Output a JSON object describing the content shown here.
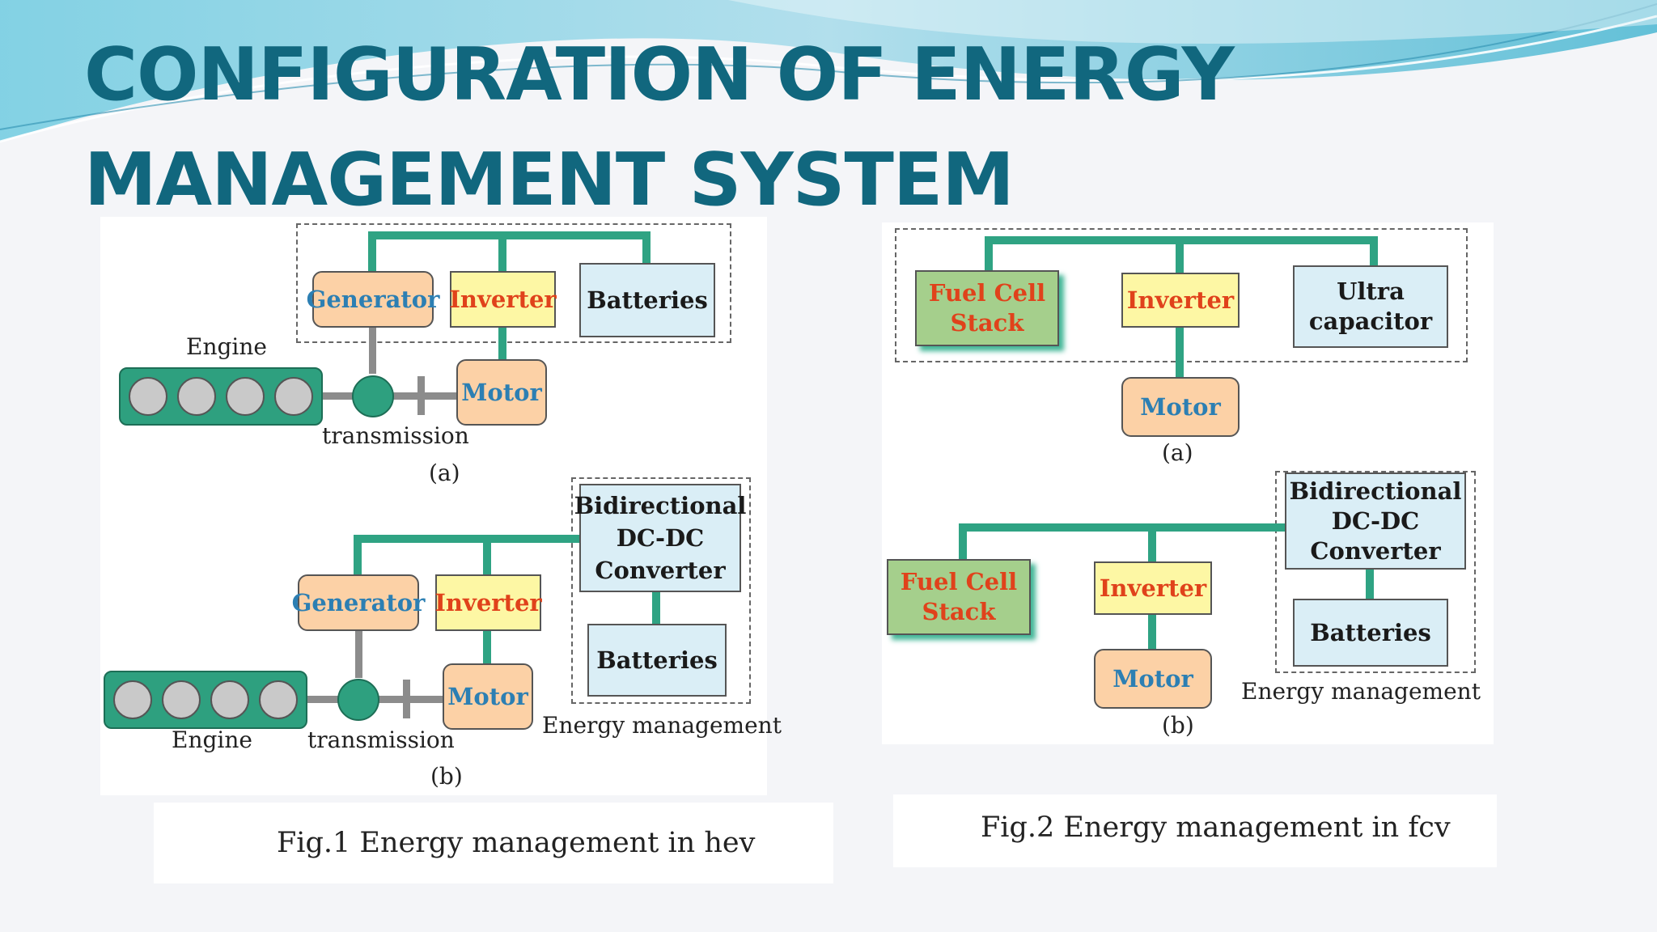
{
  "slide": {
    "title_line1": "CONFIGURATION OF ENERGY",
    "title_line2": "MANAGEMENT SYSTEM"
  },
  "colors": {
    "title": "#11677e",
    "bus_line": "#2fa383",
    "generator_motor_fill": "#fcd1a6",
    "inverter_fill": "#fdf7a4",
    "battery_fill": "#daeef6",
    "fuel_cell_fill": "#a5cf8c"
  },
  "fig1": {
    "a": {
      "generator": "Generator",
      "inverter": "Inverter",
      "batteries": "Batteries",
      "motor": "Motor",
      "engine": "Engine",
      "transmission": "transmission",
      "label": "(a)"
    },
    "b": {
      "generator": "Generator",
      "inverter": "Inverter",
      "converter_line1": "Bidirectional",
      "converter_line2": "DC-DC",
      "converter_line3": "Converter",
      "batteries": "Batteries",
      "motor": "Motor",
      "engine": "Engine",
      "transmission": "transmission",
      "energy_management": "Energy management",
      "label": "(b)"
    },
    "caption": "Fig.1 Energy management in hev"
  },
  "fig2": {
    "a": {
      "fuel_cell_line1": "Fuel Cell",
      "fuel_cell_line2": "Stack",
      "inverter": "Inverter",
      "ultracap_line1": "Ultra",
      "ultracap_line2": "capacitor",
      "motor": "Motor",
      "label": "(a)"
    },
    "b": {
      "converter_line1": "Bidirectional",
      "converter_line2": "DC-DC",
      "converter_line3": "Converter",
      "fuel_cell_line1": "Fuel Cell",
      "fuel_cell_line2": "Stack",
      "inverter": "Inverter",
      "batteries": "Batteries",
      "motor": "Motor",
      "energy_management": "Energy management",
      "label": "(b)"
    },
    "caption": "Fig.2 Energy management in fcv"
  }
}
